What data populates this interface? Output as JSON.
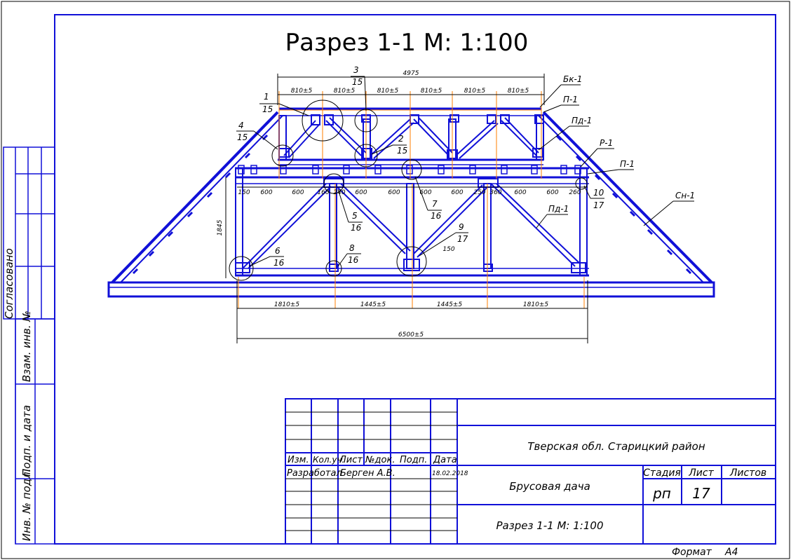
{
  "title": "Разрез 1-1 М: 1:100",
  "side_stamps": {
    "soglasovano": "Согласовано",
    "vzam_inv": "Взам. инв. №",
    "podp_data": "Подп. и дата",
    "inv_podl": "Инв. № подл."
  },
  "dimensions": {
    "top_total": "4975",
    "top_segments": [
      "810±5",
      "810±5",
      "810±5",
      "810±5",
      "810±5",
      "810±5"
    ],
    "mid_segments": [
      "150",
      "600",
      "600",
      "160",
      "240",
      "600",
      "600",
      "600",
      "600",
      "250",
      "360",
      "600",
      "600",
      "260"
    ],
    "bottom_segments": [
      "1810±5",
      "1445±5",
      "1445±5",
      "1810±5"
    ],
    "bottom_total": "6500±5",
    "height": "1845",
    "small_150": "150"
  },
  "callouts": [
    {
      "num": "1",
      "sheet": "15"
    },
    {
      "num": "3",
      "sheet": "15"
    },
    {
      "num": "4",
      "sheet": "15"
    },
    {
      "num": "2",
      "sheet": "15"
    },
    {
      "num": "5",
      "sheet": "16"
    },
    {
      "num": "6",
      "sheet": "16"
    },
    {
      "num": "8",
      "sheet": "16"
    },
    {
      "num": "7",
      "sheet": "16"
    },
    {
      "num": "9",
      "sheet": "17"
    },
    {
      "num": "10",
      "sheet": "17"
    }
  ],
  "labels": [
    "Бк-1",
    "П-1",
    "Пд-1",
    "Р-1",
    "П-1",
    "Сн-1",
    "Пд-1"
  ],
  "title_block": {
    "headers": [
      "Изм.",
      "Кол.уч.",
      "Лист",
      "№док.",
      "Подп.",
      "Дата"
    ],
    "developed_label": "Разработал",
    "developer": "Берген А.В.",
    "date": "18.02.2018",
    "location": "Тверская обл. Старицкий район",
    "object": "Брусовая дача",
    "sheet_title": "Разрез 1-1 М: 1:100",
    "stage_label": "Стадия",
    "sheet_label": "Лист",
    "sheets_label": "Листов",
    "stage": "рп",
    "sheet_no": "17",
    "sheets_total": ""
  },
  "format_label": "Формат",
  "format_value": "А4",
  "colors": {
    "frame": "#000000",
    "structure": "#1010d8",
    "axis": "#ff7f00"
  }
}
